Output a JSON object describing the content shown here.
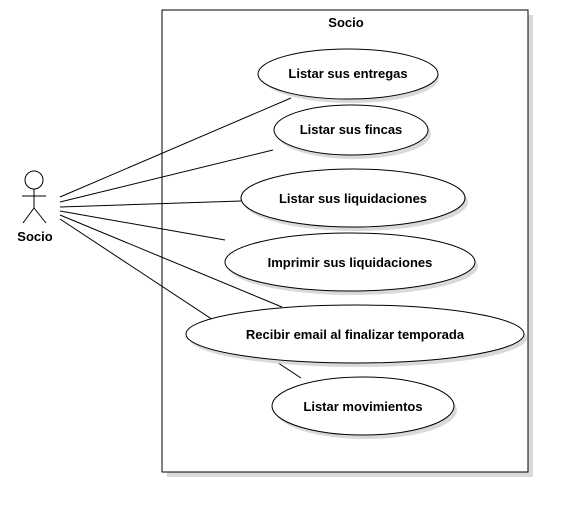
{
  "system": {
    "title": "Socio"
  },
  "actor": {
    "label": "Socio"
  },
  "use_cases": [
    {
      "label": "Listar sus entregas"
    },
    {
      "label": "Listar sus fincas"
    },
    {
      "label": "Listar sus liquidaciones"
    },
    {
      "label": "Imprimir sus liquidaciones"
    },
    {
      "label": "Recibir email al finalizar temporada"
    },
    {
      "label": "Listar movimientos"
    }
  ],
  "colors": {
    "stroke": "#000000",
    "shadow": "#d9d9d9",
    "fill": "#ffffff"
  }
}
